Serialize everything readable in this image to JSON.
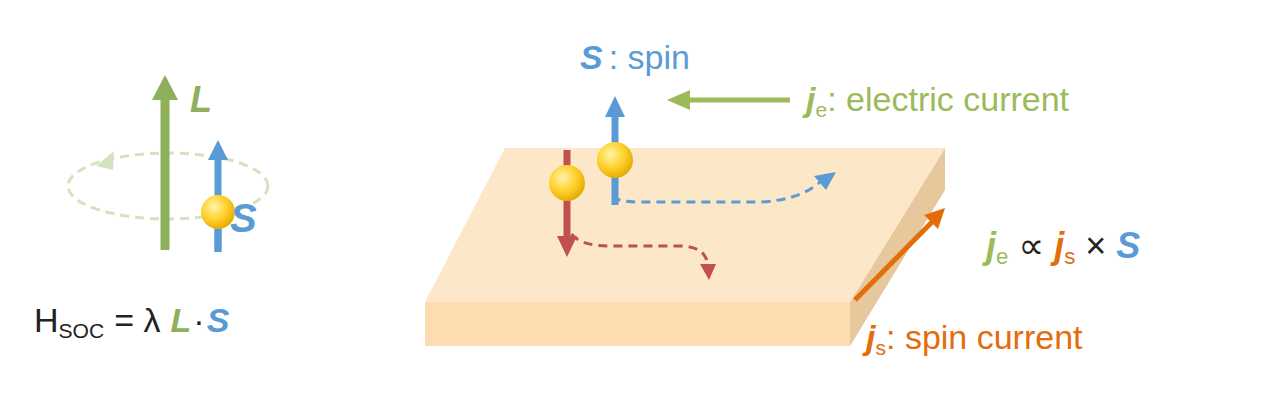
{
  "diagram": {
    "labels": [
      "L",
      "S",
      "H",
      "SOC",
      "= λ",
      "L",
      "·",
      "S",
      "S",
      ": spin",
      "j",
      "e",
      ": electric current",
      "j",
      "e",
      "∝",
      "j",
      "s",
      "×",
      "S",
      "j",
      "s",
      ": spin current"
    ]
  }
}
